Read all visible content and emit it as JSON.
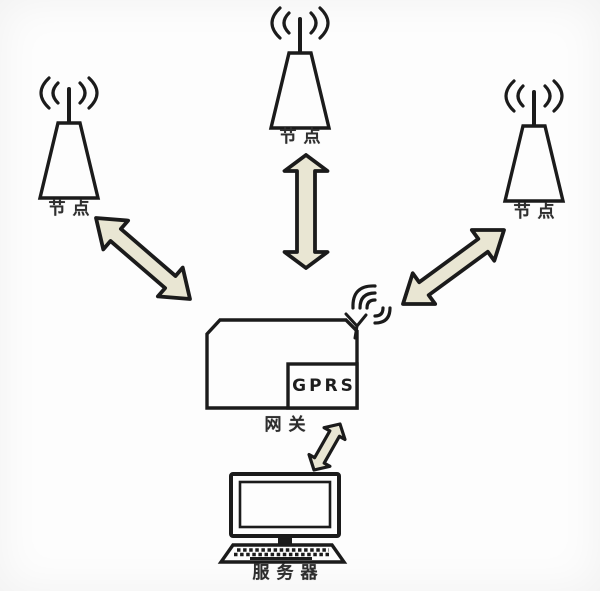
{
  "nodes": {
    "top": {
      "label": "节点"
    },
    "left": {
      "label": "节点"
    },
    "right": {
      "label": "节点"
    }
  },
  "gateway": {
    "label": "网关",
    "module": "GPRS"
  },
  "server": {
    "label": "服务器"
  },
  "connections": [
    {
      "from": "节点(top)",
      "to": "网关",
      "style": "double-headed-arrow"
    },
    {
      "from": "节点(left)",
      "to": "网关",
      "style": "double-headed-arrow"
    },
    {
      "from": "节点(right)",
      "to": "网关",
      "style": "double-headed-arrow"
    },
    {
      "from": "网关",
      "to": "服务器",
      "style": "double-headed-arrow"
    }
  ],
  "colors": {
    "arrow_fill": "#e9e6d3",
    "line": "#1b1b1b",
    "background": "#fdfdfd",
    "text": "#2e2e2e"
  }
}
